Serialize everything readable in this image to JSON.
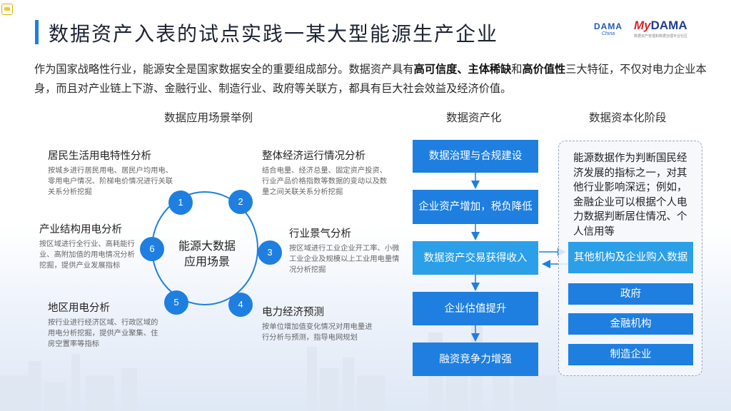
{
  "title": "数据资产入表的试点实践一某大型能源生产企业",
  "logos": {
    "dama_line1": "DAMA",
    "dama_line2": "China",
    "mydama_prefix": "My",
    "mydama_main": "DAMA",
    "mydama_sub": "数据资产管理和数据治理专业社区"
  },
  "intro": {
    "part1": "作为国家战略性行业，能源安全是国家数据安全的重要组成部分。数据资产具有",
    "bold1": "高可信度、主体稀缺",
    "part2": "和",
    "bold2": "高价值性",
    "part3": "三大特征，不仅对电力企业本身，而且对产业链上下游、金融行业、制造行业、政府等关联方，都具有巨大社会效益及经济价值。"
  },
  "headers": {
    "scenarios": "数据应用场景举例",
    "assetization": "数据资产化",
    "capitalization": "数据资本化阶段"
  },
  "circle": {
    "center_line1": "能源大数据",
    "center_line2": "应用场景",
    "nodes": [
      "1",
      "2",
      "3",
      "4",
      "5",
      "6"
    ]
  },
  "scenarios": [
    {
      "title": "居民生活用电特性分析",
      "desc": "按城乡进行居民用电、居民户均用电、零用电户情况、阶梯电价情况进行关联关系分析挖掘"
    },
    {
      "title": "整体经济运行情况分析",
      "desc": "结合电量、经济总量、固定资产投资、行业产品价格指数等数据的变动以及数量之间关联关系分析挖掘"
    },
    {
      "title": "行业景气分析",
      "desc": "按区域进行工业企业开工率、小微工业企业及规模以上工业用电量情况分析挖掘"
    },
    {
      "title": "电力经济预测",
      "desc": "按单位增加值变化情况对用电量进行分析与预测，指导电网规划"
    },
    {
      "title": "地区用电分析",
      "desc": "按行业进行经济区域、行政区域的用电分析挖掘，提供产业聚集、住房空置率等指标"
    },
    {
      "title": "产业结构用电分析",
      "desc": "按区域进行全行业、高耗能行业、高附加值的用电情况分析挖掘，提供产业发展指标"
    }
  ],
  "flow": [
    "数据治理与合规建设",
    "企业资产增加，税负降低",
    "数据资产交易获得收入",
    "企业估值提升",
    "融资竞争力增强"
  ],
  "capital": {
    "description": "能源数据作为判断国民经济发展的指标之一，对其他行业影响深远；例如，金融企业可以根据个人电力数据判断居住情况、个人信用等",
    "buyers": "其他机构及企业购入数据",
    "parties": [
      "政府",
      "金融机构",
      "制造企业"
    ]
  },
  "colors": {
    "primary": "#1e7fe0",
    "primary_light": "#2b9fe8",
    "title_accent": "#1e7fe0"
  }
}
